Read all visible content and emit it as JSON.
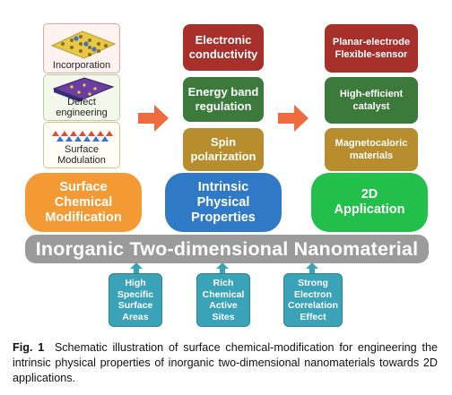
{
  "colors": {
    "orange": "#f39a35",
    "blue": "#2f79c7",
    "green": "#22bf4a",
    "gray_bar": "#9b9b9b",
    "red_tile": "#a8302b",
    "green_tile": "#3b7a3a",
    "gold_tile": "#b88d2e",
    "teal": "#3aa3b8",
    "arrow": "#ee6b3e"
  },
  "left": {
    "thumbnails": [
      {
        "label": "Incorporation",
        "icon": "atomic-lattice-icon"
      },
      {
        "label": "Defect\nengineering",
        "icon": "layered-sheet-icon"
      },
      {
        "label": "Surface\nModulation",
        "icon": "triangular-lattice-icon"
      }
    ],
    "big_label": "Surface\nChemical\nModification"
  },
  "middle": {
    "tiles": [
      "Electronic\nconductivity",
      "Energy band\nregulation",
      "Spin\npolarization"
    ],
    "big_label": "Intrinsic\nPhysical\nProperties"
  },
  "right": {
    "tiles": [
      "Planar-electrode\nFlexible-sensor",
      "High-efficient\ncatalyst",
      "Magnetocaloric\nmaterials"
    ],
    "big_label": "2D\nApplication"
  },
  "bar_label": "Inorganic Two-dimensional Nanomaterial",
  "bottom_boxes": [
    "High\nSpecific\nSurface\nAreas",
    "Rich\nChemical\nActive\nSites",
    "Strong\nElectron\nCorrelation\nEffect"
  ],
  "caption": {
    "fig_label": "Fig. 1",
    "text": "Schematic illustration of surface chemical-modification for engineering the intrinsic physical properties of inorganic two-dimensional nanomaterials towards 2D applications."
  }
}
